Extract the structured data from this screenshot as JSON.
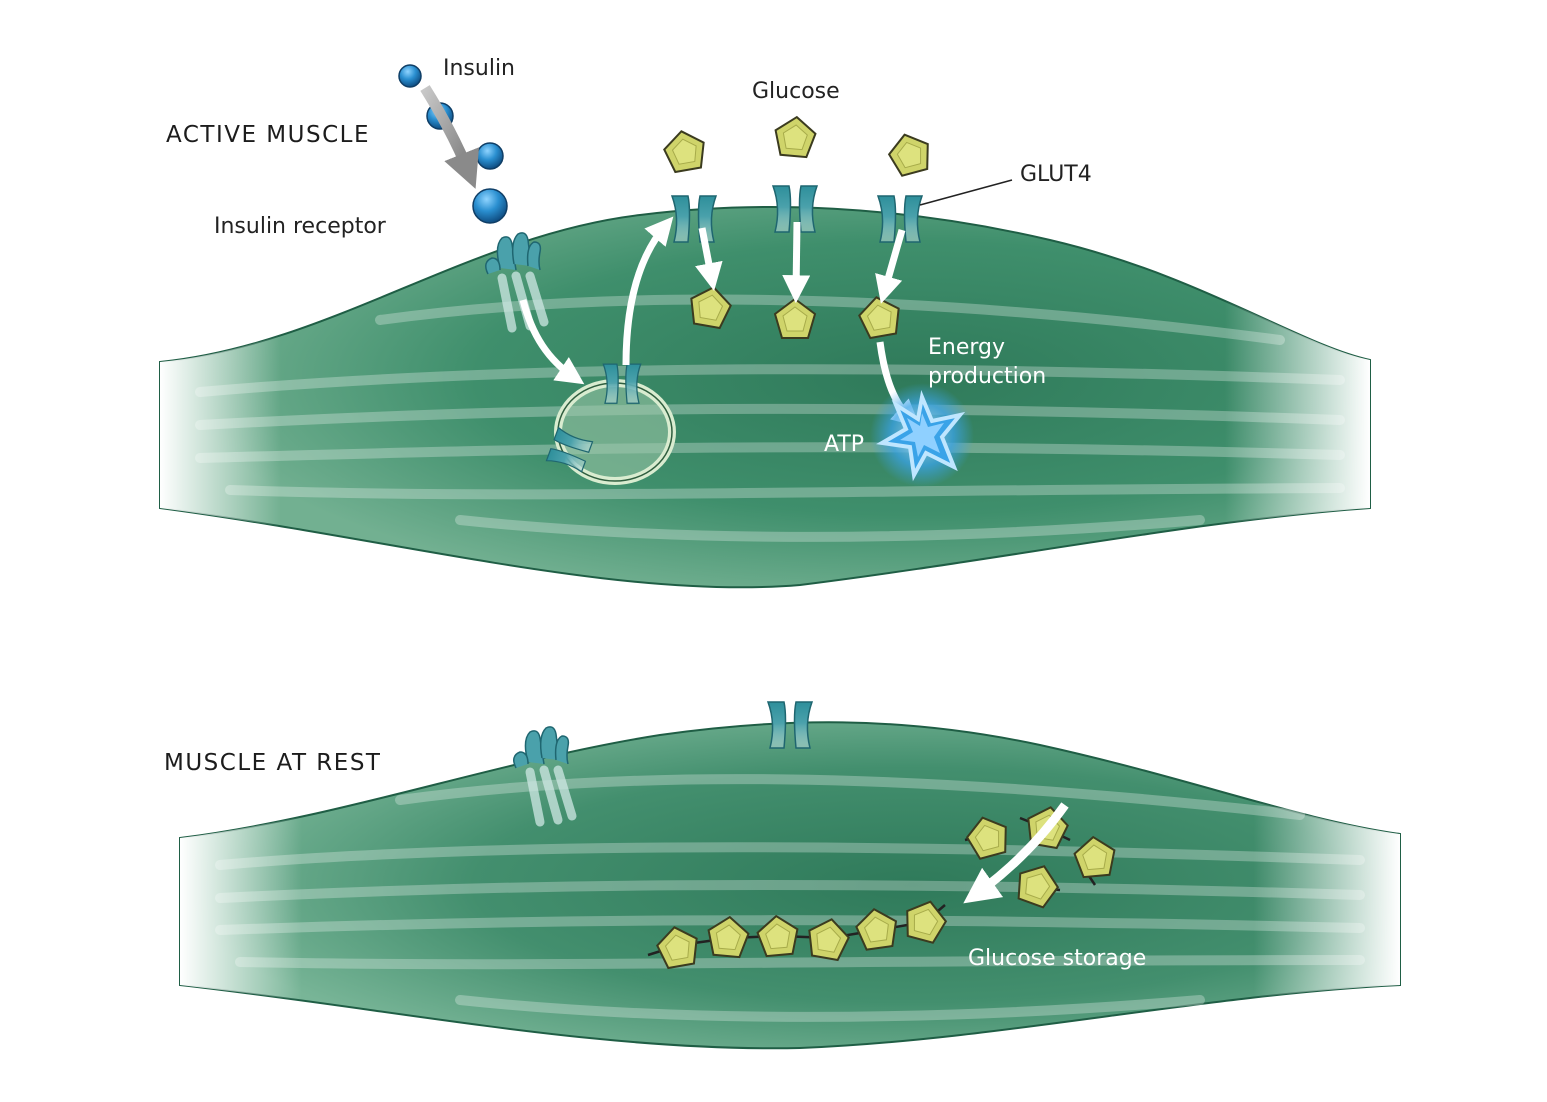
{
  "labels": {
    "active_muscle": "ACTIVE MUSCLE",
    "muscle_at_rest": "MUSCLE AT REST",
    "insulin": "Insulin",
    "insulin_receptor": "Insulin receptor",
    "glucose": "Glucose",
    "glut4": "GLUT4",
    "energy_production_line1": "Energy",
    "energy_production_line2": "production",
    "atp": "ATP",
    "glucose_storage": "Glucose storage"
  },
  "colors": {
    "muscle_green": "#3f8f6c",
    "muscle_dark": "#2c6e52",
    "glucose_yellow": "#cfd46a",
    "insulin_blue": "#2a8fd0",
    "transporter_teal": "#4aa1ab",
    "atp_blue": "#3aa3e8"
  }
}
